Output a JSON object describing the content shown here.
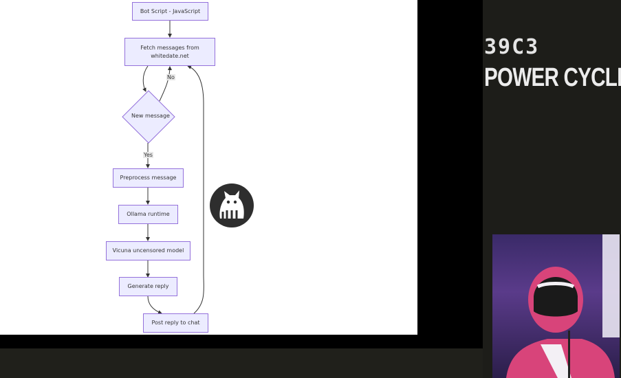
{
  "flowchart": {
    "nodes": {
      "start": "Bot Script - JavaScript",
      "fetch": "Fetch messages from whitedate.net",
      "decision": "New message",
      "preprocess": "Preprocess message",
      "runtime": "Ollama runtime",
      "model": "Vicuna uncensored model",
      "generate": "Generate reply",
      "post": "Post reply to chat"
    },
    "edge_labels": {
      "no": "No",
      "yes": "Yes"
    }
  },
  "branding": {
    "event_code": "39C3",
    "title": "POWER CYCLES"
  },
  "colors": {
    "node_fill": "#ececff",
    "node_border": "#9370db",
    "edge": "#333333",
    "slide_bg": "#ffffff",
    "stage_bg": "#1d1d19",
    "helmet": "#d8447a"
  },
  "icons": {
    "watermark": "cat-logo-icon",
    "speaker": "speaker-video"
  }
}
